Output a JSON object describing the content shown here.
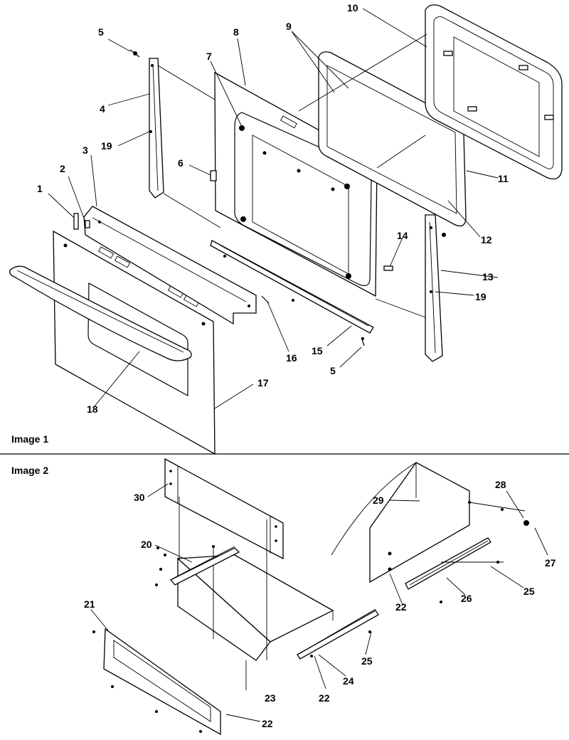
{
  "panels": [
    {
      "label": "Image 1"
    },
    {
      "label": "Image 2"
    }
  ],
  "callouts": {
    "c1": "1",
    "c2": "2",
    "c3": "3",
    "c4": "4",
    "c5a": "5",
    "c5b": "5",
    "c6": "6",
    "c7": "7",
    "c8": "8",
    "c9": "9",
    "c10": "10",
    "c11": "11",
    "c12": "12",
    "c13": "13",
    "c14": "14",
    "c15": "15",
    "c16": "16",
    "c17": "17",
    "c18": "18",
    "c19a": "19",
    "c19b": "19",
    "c20": "20",
    "c21": "21",
    "c22a": "22",
    "c22b": "22",
    "c22c": "22",
    "c23": "23",
    "c24": "24",
    "c25a": "25",
    "c25b": "25",
    "c26": "26",
    "c27": "27",
    "c28": "28",
    "c29": "29",
    "c30": "30"
  }
}
